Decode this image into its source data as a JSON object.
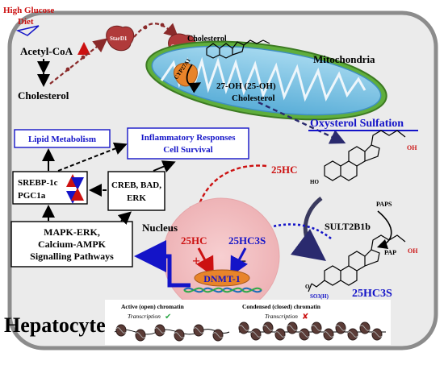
{
  "diet": {
    "line1": "High Glucose",
    "line2": "Diet"
  },
  "top_pathway": {
    "acetyl_coa": "Acetyl-CoA",
    "cholesterol_left": "Cholesterol",
    "cholesterol_top": "Cholesterol",
    "stard1_a": "StarD1",
    "stard1_b": "StarD1"
  },
  "mito": {
    "title": "Mitochondria",
    "enzyme": "CYP27A1",
    "product_line1": "27-OH (25-OH)",
    "product_line2": "Cholesterol"
  },
  "sulfation": {
    "title": "Oxysterol Sulfation",
    "enzyme": "SULT2B1b",
    "paps": "PAPS",
    "pap": "PAP",
    "oh_top": "OH",
    "ho_left": "HO",
    "oh_bottom": "OH",
    "so3": "SO3(H)",
    "o_label": "O"
  },
  "boxes": {
    "lipid": "Lipid Metabolism",
    "inflam_line1": "Inflammatory Responses",
    "inflam_line2": "Cell Survival",
    "srebp": "SREBP-1c",
    "pgc": "PGC1a",
    "creb_line1": "CREB, BAD,",
    "creb_line2": "ERK",
    "mapk_line1": "MAPK-ERK,",
    "mapk_line2": "Calcium-AMPK",
    "mapk_line3": "Signalling Pathways"
  },
  "nucleus": {
    "title": "Nucleus",
    "hc25": "25HC",
    "hc25s": "25HC3S",
    "plus": "+",
    "minus": "−",
    "dnmt": "DNMT-1",
    "hc25_outside": "25HC",
    "hc25s_outside": "25HC3S"
  },
  "chromatin": {
    "active": "Active (open) chromatin",
    "condensed": "Condensed (closed) chromatin",
    "transcription": "Transcription",
    "check": "✔",
    "cross": "✘"
  },
  "cell_label": "Hepatocyte",
  "colors": {
    "red": "#cc1111",
    "blue": "#1414c8",
    "navy": "#2a2a6e",
    "mito": "#7ec4e6",
    "nucleus": "#f2c0c2",
    "stard": "#b03a3a"
  }
}
